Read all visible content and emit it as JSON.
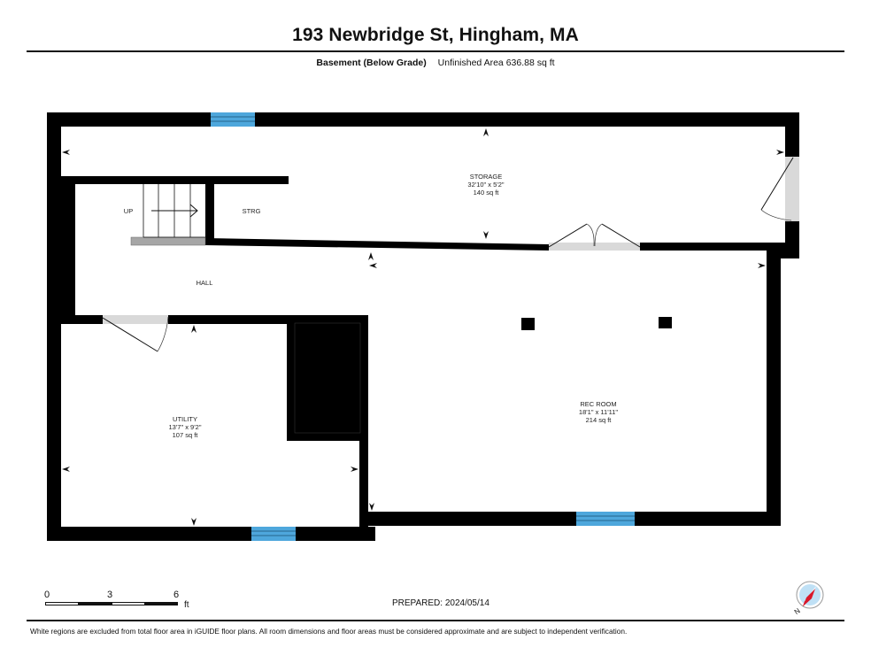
{
  "header": {
    "title": "193 Newbridge St, Hingham, MA",
    "level_name": "Basement (Below Grade)",
    "area_summary": "Unfinished Area 636.88 sq ft"
  },
  "rooms": [
    {
      "name": "STORAGE",
      "dimensions": "32'10\" x 5'2\"",
      "area": "140 sq ft"
    },
    {
      "name": "UP"
    },
    {
      "name": "STRG"
    },
    {
      "name": "HALL"
    },
    {
      "name": "UTILITY",
      "dimensions": "13'7\" x 9'2\"",
      "area": "107 sq ft"
    },
    {
      "name": "REC ROOM",
      "dimensions": "18'1\" x 11'11\"",
      "area": "214 sq ft"
    }
  ],
  "scale_bar": {
    "ticks": [
      "0",
      "3",
      "6"
    ],
    "unit": "ft"
  },
  "prepared": "PREPARED: 2024/05/14",
  "compass": {
    "label": "N"
  },
  "footer": {
    "disclaimer": "White regions are excluded from total floor area in iGUIDE floor plans. All room dimensions and floor areas must be considered approximate and are subject to independent verification."
  },
  "colors": {
    "wall": "#000000",
    "window": "#4ea7dc",
    "door_opening": "#d9d9d9",
    "compass_fill": "#bfe0f5",
    "compass_needle": "#d9182a"
  }
}
